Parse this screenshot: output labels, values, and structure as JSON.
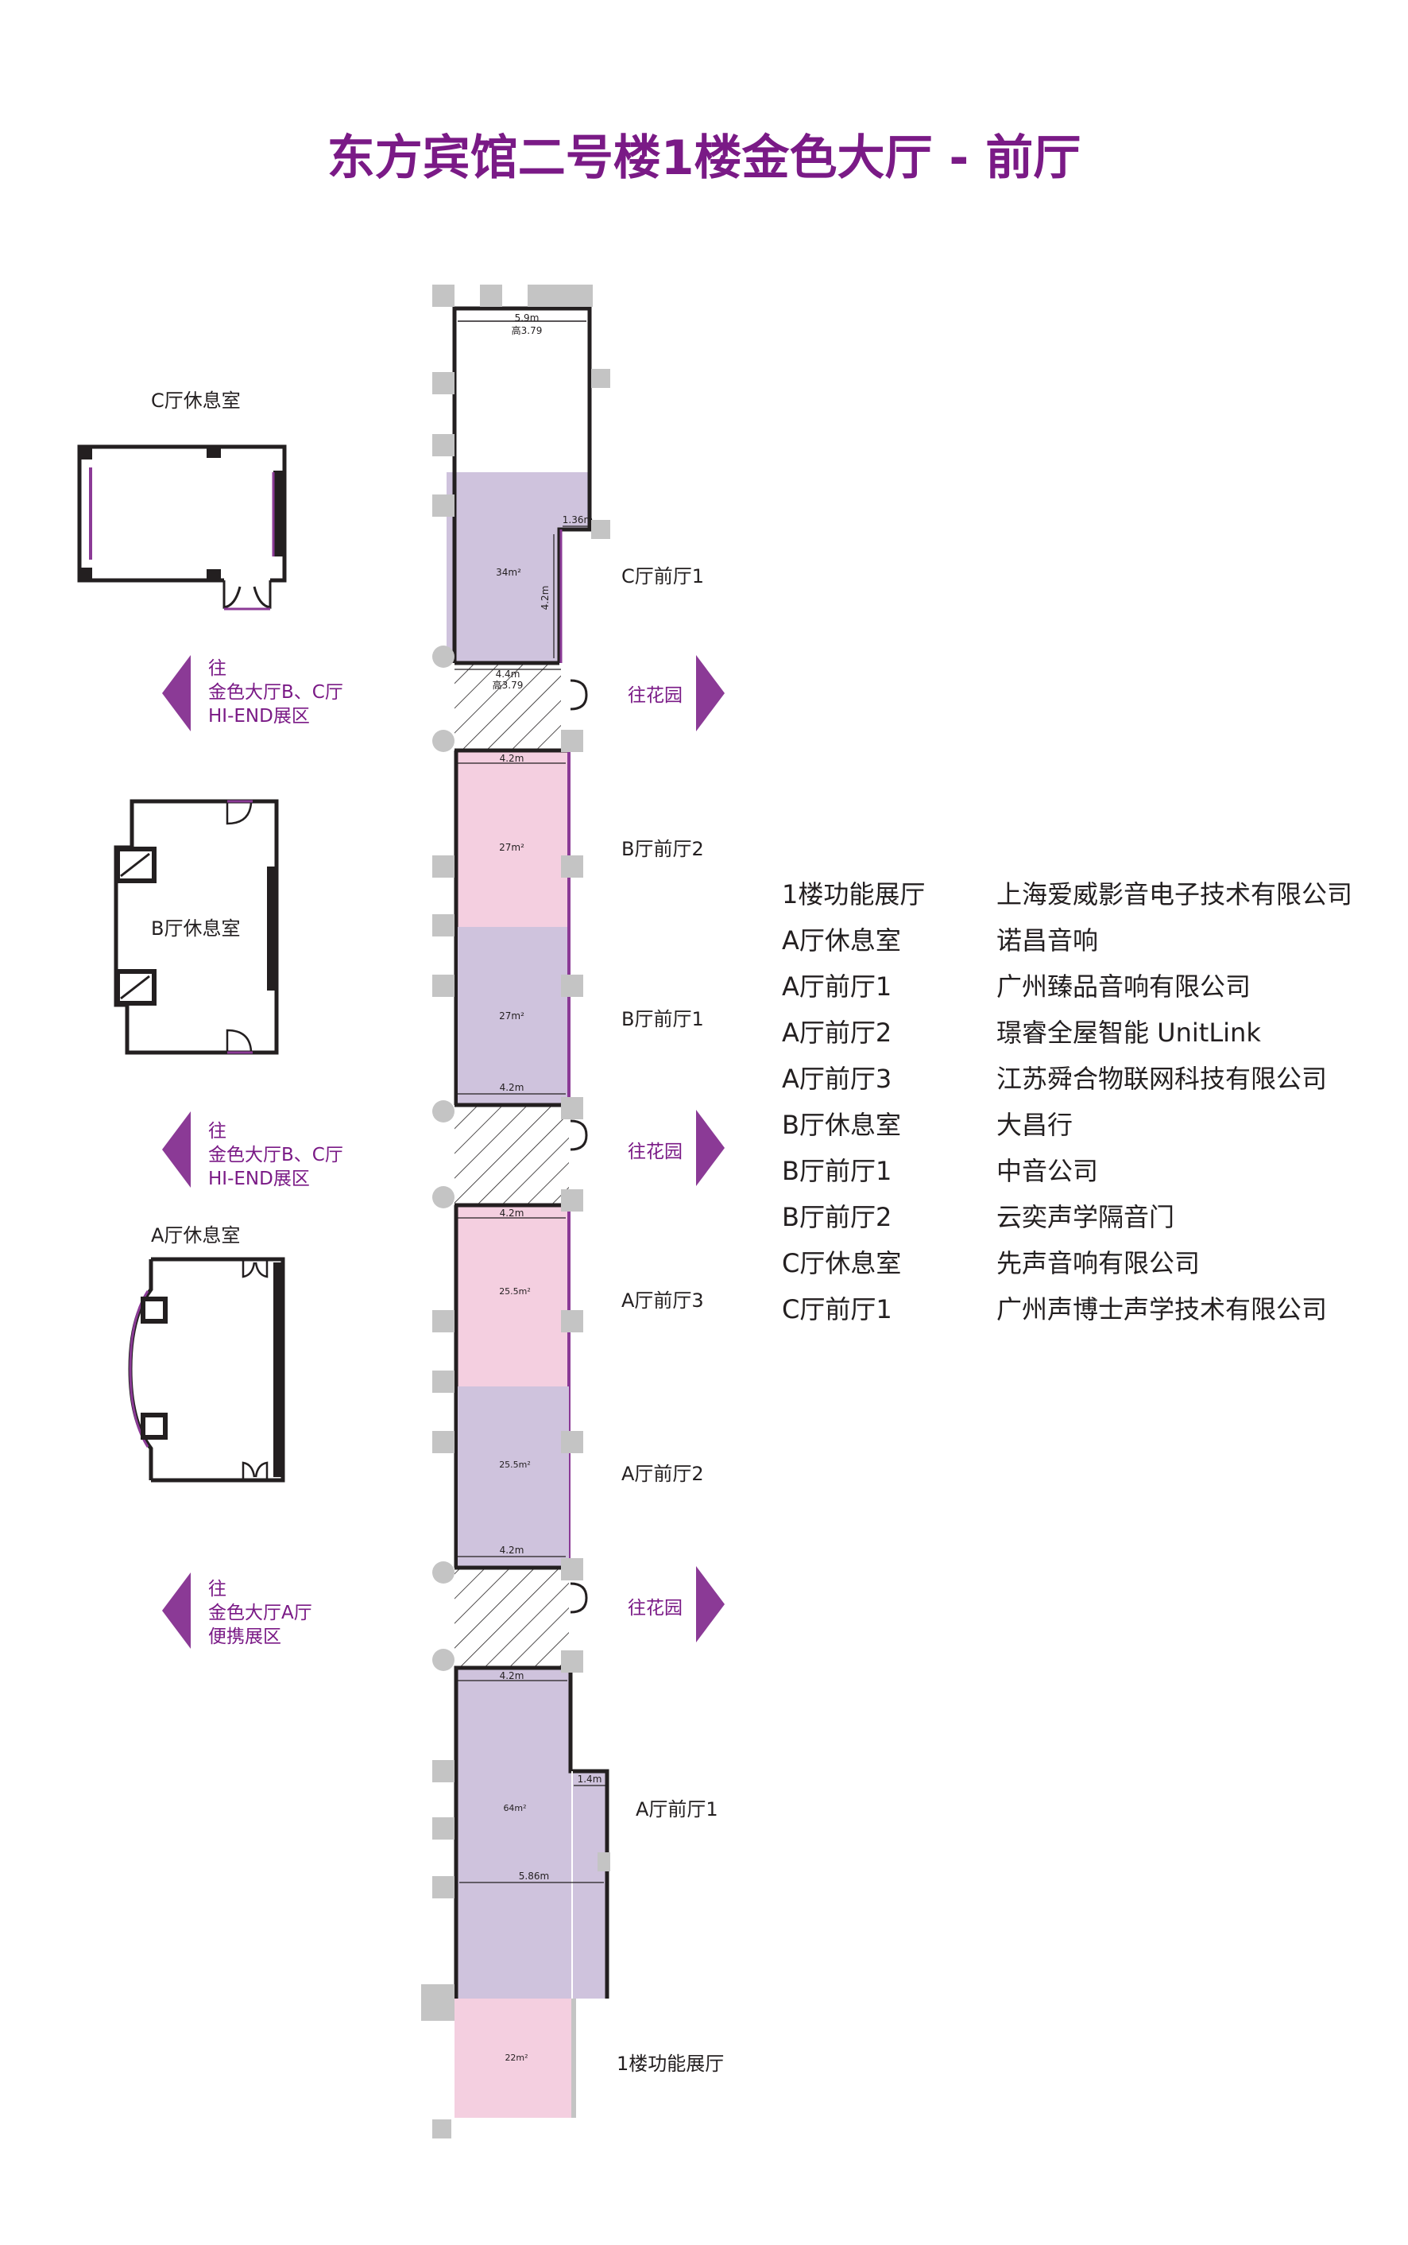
{
  "title": "东方宾馆二号楼1楼金色大厅 - 前厅",
  "colors": {
    "title": "#7a1a86",
    "accent": "#8b3a96",
    "lavender": "#cfc3dd",
    "pink": "#f4cfe0",
    "post": "#c4c4c4",
    "wall": "#231f20"
  },
  "lounges": {
    "c": "C厅休息室",
    "b": "B厅休息室",
    "a": "A厅休息室"
  },
  "directions": {
    "to_bc_1": {
      "line1": "往",
      "line2": "金色大厅B、C厅",
      "line3": "HI-END展区"
    },
    "to_bc_2": {
      "line1": "往",
      "line2": "金色大厅B、C厅",
      "line3": "HI-END展区"
    },
    "to_a": {
      "line1": "往",
      "line2": "金色大厅A厅",
      "line3": "便携展区"
    },
    "garden_1": "往花园",
    "garden_2": "往花园",
    "garden_3": "往花园"
  },
  "rooms": {
    "c_front_1": {
      "label": "C厅前厅1",
      "area": "34m²",
      "width": "5.9m",
      "height": "高3.79",
      "notch": "1.36m",
      "depth": "4.2m"
    },
    "corridor_1": {
      "width": "4.4m",
      "height": "高3.79"
    },
    "b_front_2": {
      "label": "B厅前厅2",
      "area": "27m²",
      "width": "4.2m"
    },
    "b_front_1": {
      "label": "B厅前厅1",
      "area": "27m²",
      "width": "4.2m"
    },
    "a_front_3": {
      "label": "A厅前厅3",
      "area": "25.5m²",
      "width": "4.2m"
    },
    "a_front_2": {
      "label": "A厅前厅2",
      "area": "25.5m²",
      "width": "4.2m"
    },
    "a_front_1": {
      "label": "A厅前厅1",
      "area": "64m²",
      "width_top": "4.2m",
      "notch": "1.4m",
      "width": "5.86m"
    },
    "exhibit": {
      "label": "1楼功能展厅",
      "area": "22m²"
    }
  },
  "legend": [
    {
      "area": "1楼功能展厅",
      "company": "上海爱威影音电子技术有限公司"
    },
    {
      "area": "A厅休息室",
      "company": "诺昌音响"
    },
    {
      "area": "A厅前厅1",
      "company": "广州臻品音响有限公司"
    },
    {
      "area": "A厅前厅2",
      "company": "璟睿全屋智能 UnitLink"
    },
    {
      "area": "A厅前厅3",
      "company": "江苏舜合物联网科技有限公司"
    },
    {
      "area": "B厅休息室",
      "company": "大昌行"
    },
    {
      "area": "B厅前厅1",
      "company": "中音公司"
    },
    {
      "area": "B厅前厅2",
      "company": "云奕声学隔音门"
    },
    {
      "area": "C厅休息室",
      "company": "先声音响有限公司"
    },
    {
      "area": "C厅前厅1",
      "company": "广州声博士声学技术有限公司"
    }
  ]
}
